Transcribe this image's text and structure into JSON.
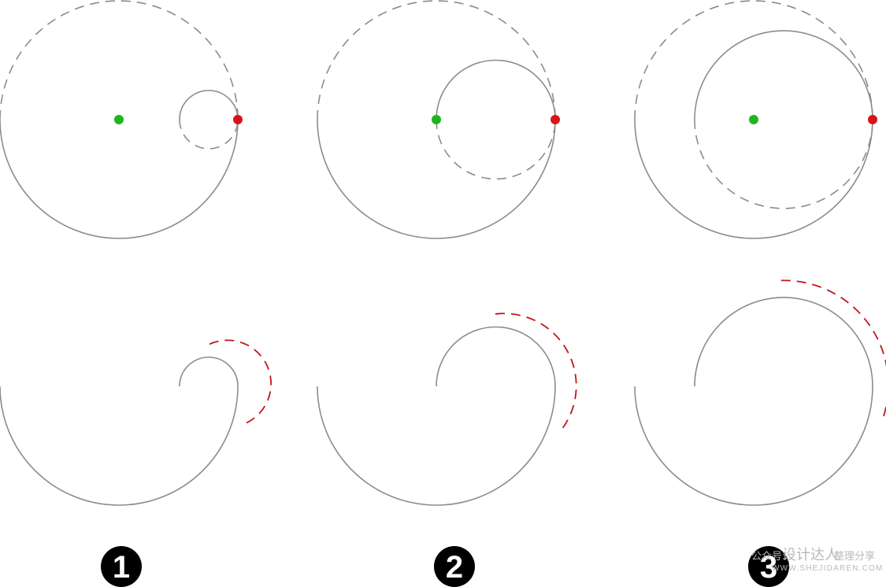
{
  "badges": [
    "1",
    "2",
    "3"
  ],
  "watermark": {
    "prefix": "公众号:",
    "site_name": "设计达人",
    "suffix": "整理分享",
    "domain": "WWW.SHEJIDAREN.COM"
  },
  "colors": {
    "outline": "#8c8c8c",
    "center_dot": "#1fb51f",
    "tangent_dot": "#d8141a",
    "offset_dash": "#c0151a",
    "badge": "#000000"
  }
}
